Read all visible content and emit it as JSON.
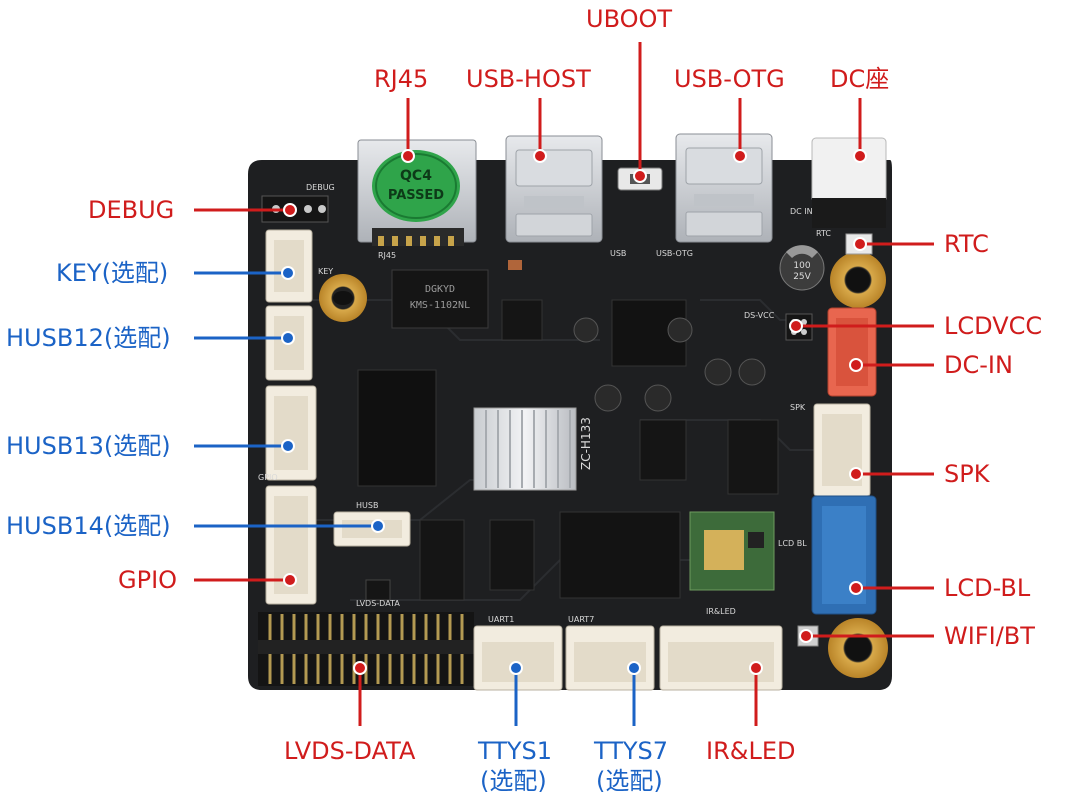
{
  "board": {
    "model_silk": "ZC-H133",
    "silk": {
      "debug": "DEBUG",
      "rj45": "RJ45",
      "usb": "USB",
      "usb_otg": "USB-OTG",
      "dc_in": "DC IN",
      "rtc": "RTC",
      "husb": "HUSB",
      "uart1": "UART1",
      "uart7": "UART7",
      "ir_led": "IR&LED",
      "lvds_data": "LVDS-DATA",
      "gpio": "GPIO",
      "key": "KEY",
      "spk": "SPK",
      "lcd_bl": "LCD BL",
      "ds_vcc": "DS-VCC"
    },
    "qc_sticker": {
      "line1": "QC4",
      "line2": "PASSED"
    },
    "transformer": {
      "line1": "DGKYD",
      "line2": "KMS-1102NL"
    },
    "capacitor": {
      "line1": "100",
      "line2": "25V"
    }
  },
  "callouts": {
    "uboot": "UBOOT",
    "rj45": "RJ45",
    "usb_host": "USB-HOST",
    "usb_otg": "USB-OTG",
    "dc_seat": "DC座",
    "debug": "DEBUG",
    "key": "KEY(选配)",
    "husb12": "HUSB12(选配)",
    "husb13": "HUSB13(选配)",
    "husb14": "HUSB14(选配)",
    "gpio": "GPIO",
    "rtc": "RTC",
    "lcdvcc": "LCDVCC",
    "dc_in": "DC-IN",
    "spk": "SPK",
    "lcd_bl": "LCD-BL",
    "wifi_bt": "WIFI/BT",
    "lvds_data": "LVDS-DATA",
    "ttys1": "TTYS1",
    "ttys1_opt": "(选配)",
    "ttys7": "TTYS7",
    "ttys7_opt": "(选配)",
    "ir_led": "IR&LED"
  },
  "colors": {
    "required": "#d01c1c",
    "optional": "#1b63c6",
    "pcb": "#1e1f21"
  }
}
